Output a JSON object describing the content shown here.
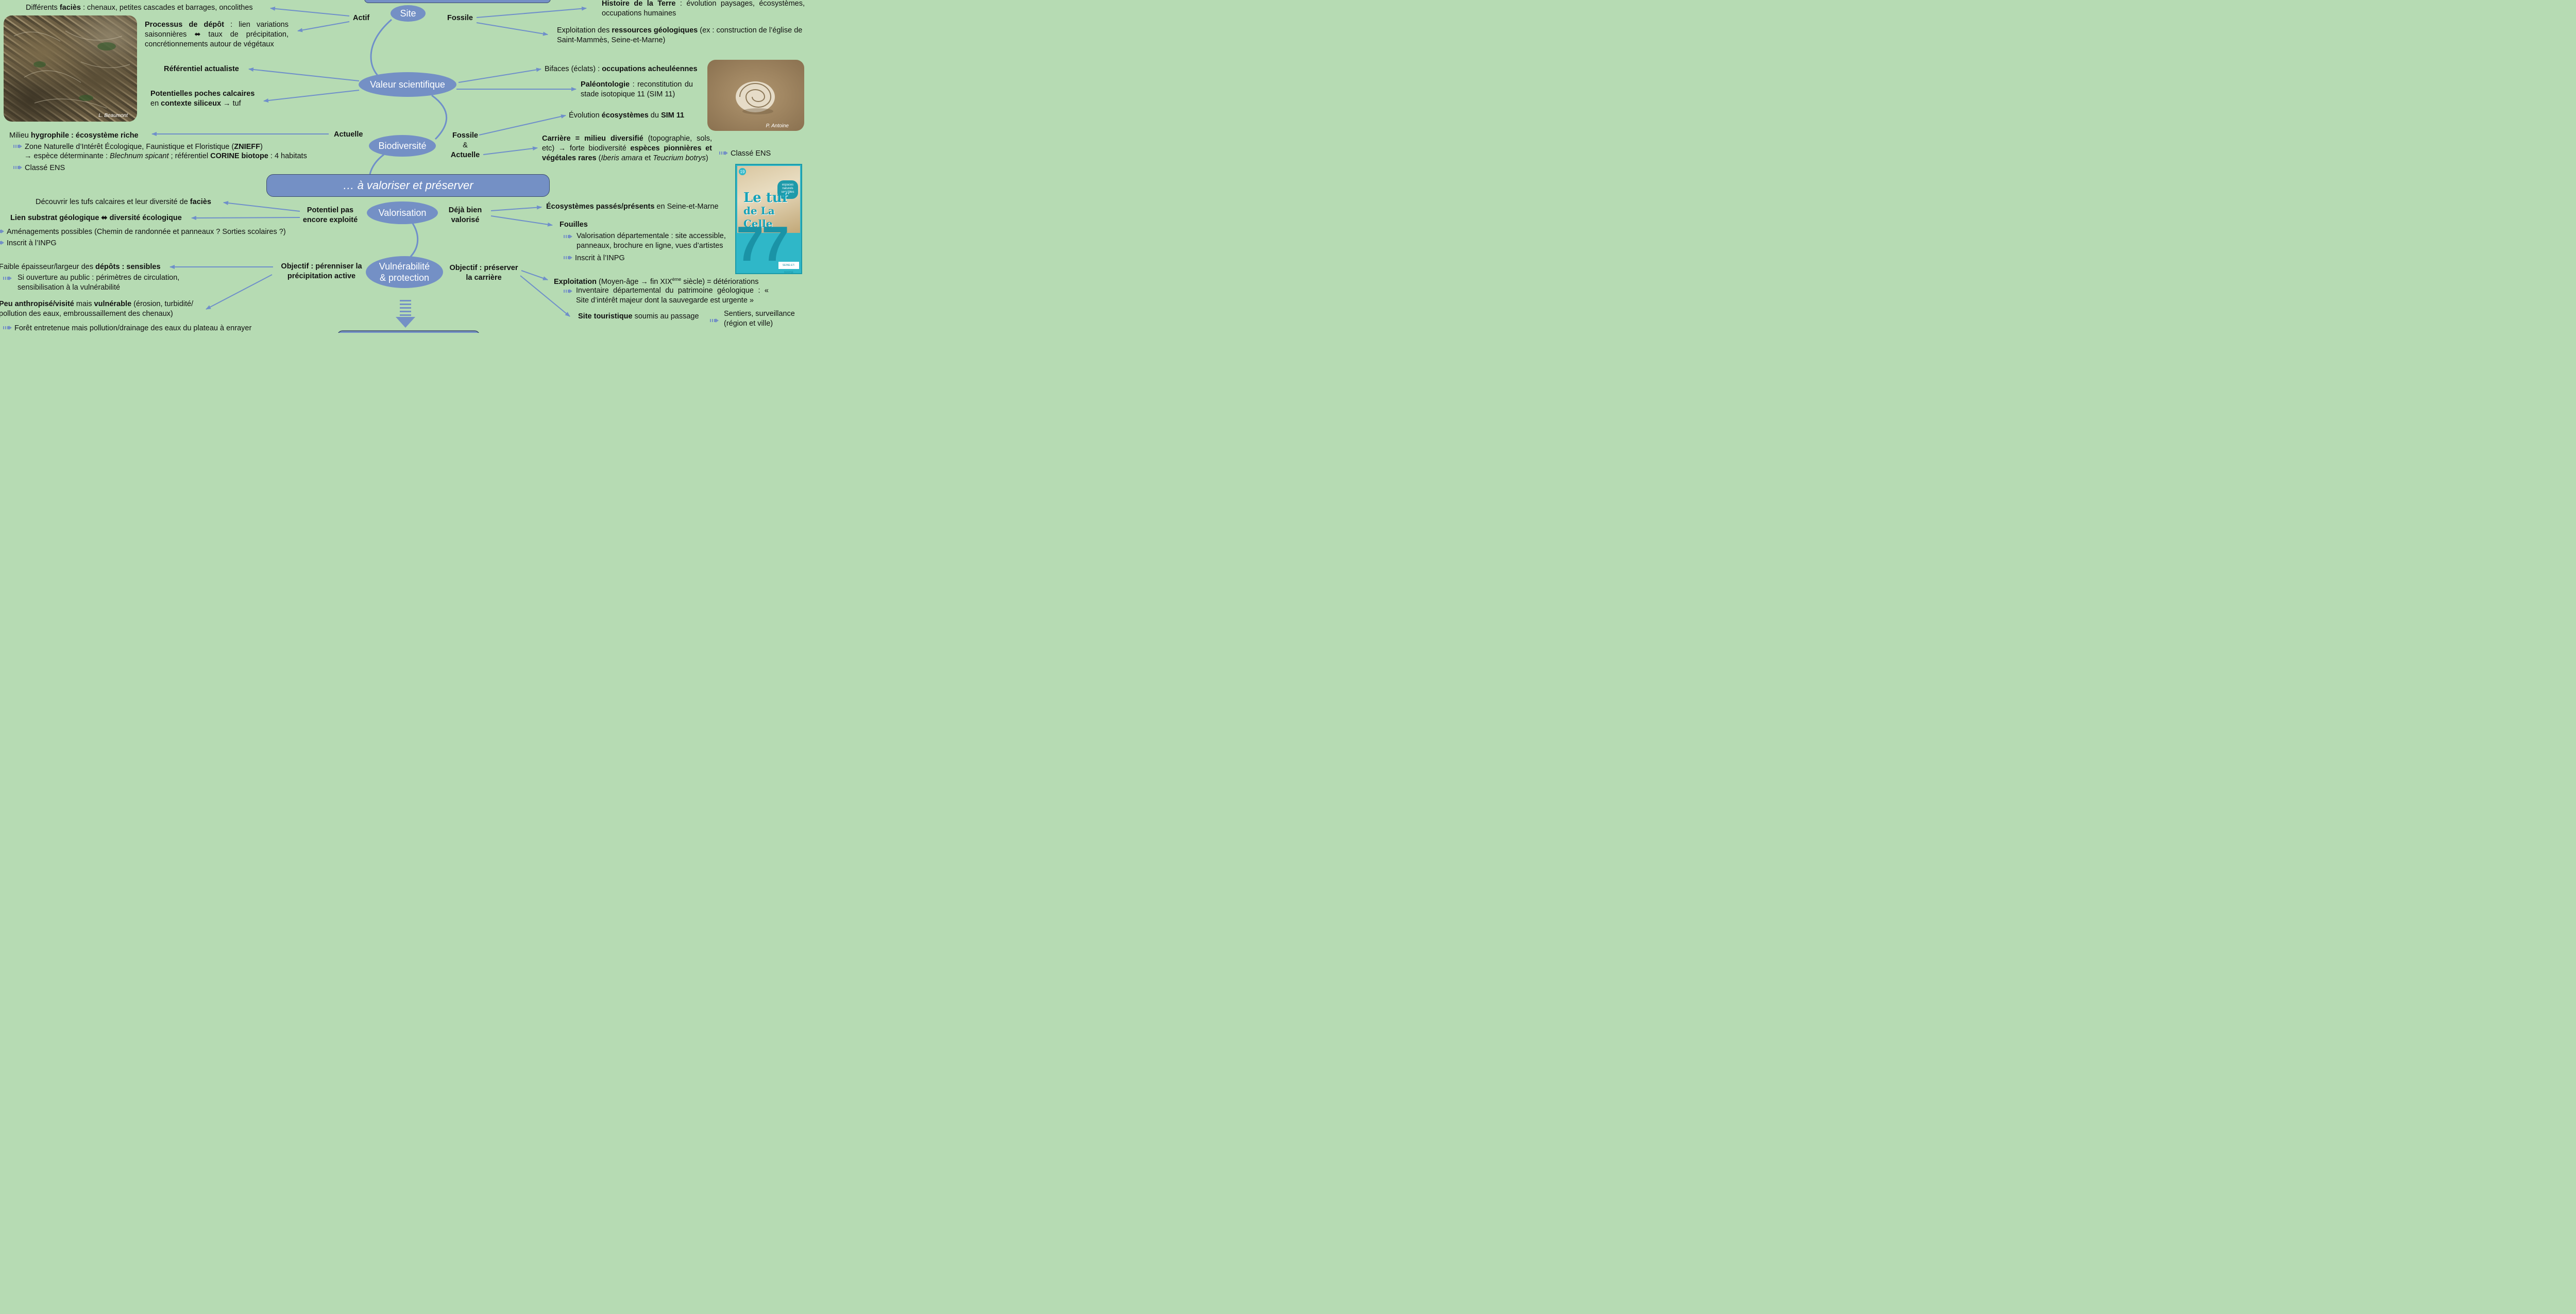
{
  "nodes": {
    "site": "Site",
    "valeur": "Valeur scientifique",
    "biodiversite": "Biodiversité",
    "valorisation": "Valorisation",
    "vulnerabilite_l1": "Vulnérabilité",
    "vulnerabilite_l2": "& protection"
  },
  "banner": "… à valoriser et préserver",
  "site": {
    "actif": "Actif",
    "fossile": "Fossile",
    "facies_pre": "Différents ",
    "facies_b": "faciès",
    "facies_post": " : chenaux, petites cascades et barrages, oncolithes",
    "processus_b": "Processus de dépôt",
    "processus_t": " : lien variations saisonnières ⬌ taux de précipitation, concrétionnements autour de végétaux",
    "histoire_b": "Histoire de la Terre",
    "histoire_t": " : évolution paysages, écosystèmes, occupations humaines",
    "exploit_pre": "Exploitation des ",
    "exploit_b": "ressources géologiques",
    "exploit_post": " (ex : construction de l’église de Saint-Mammès, Seine-et-Marne)"
  },
  "valeur": {
    "referentiel": "Référentiel actualiste",
    "poches_b1": "Potentielles poches calcaires",
    "poches_pre": "en ",
    "poches_b2": "contexte siliceux",
    "poches_post": " → tuf",
    "bifaces_pre": "Bifaces (éclats) : ",
    "bifaces_b": "occupations acheuléennes",
    "paleo_b": "Paléontologie",
    "paleo_t": " : reconstitution du stade isotopique 11 (SIM 11)",
    "evol_pre": "Évolution ",
    "evol_b": "écosystèmes",
    "evol_mid": " du ",
    "evol_b2": "SIM 11"
  },
  "biodiversite": {
    "actuelle": "Actuelle",
    "fossile": "Fossile",
    "amp": "&",
    "actuelle2": "Actuelle",
    "milieu_pre": "Milieu ",
    "milieu_b": "hygrophile : écosystème riche",
    "znieff_pre": "Zone Naturelle d’Intérêt Écologique, Faunistique et Floristique (",
    "znieff_b": "ZNIEFF",
    "znieff_post": ")",
    "espece_pre": "→ espèce déterminante : ",
    "espece_i": "Blechnum spicant",
    "espece_mid": "  ; référentiel ",
    "espece_b": "CORINE biotope",
    "espece_post": " : 4 habitats",
    "classe_ens": "Classé ENS",
    "carriere_b": "Carrière = milieu diversifié",
    "carriere_t1": " (topographie, sols, etc) → forte biodiversité ",
    "carriere_b2": "espèces pionnières et végétales rares",
    "carriere_t2": " (",
    "carriere_i1": "Iberis amara",
    "carriere_t3": " et ",
    "carriere_i2": "Teucrium botrys",
    "carriere_t4": ")",
    "classe_ens2": "Classé ENS"
  },
  "valorisation": {
    "potentiel": "Potentiel pas encore exploité",
    "deja": "Déjà bien valorisé",
    "decouvrir_pre": "Découvrir les tufs calcaires et leur diversité de ",
    "decouvrir_b": "faciès",
    "lien": "Lien substrat géologique ⬌ diversité écologique",
    "amenagements": "Aménagements possibles (Chemin de randonnée et panneaux ? Sorties scolaires ?)",
    "inpg": "Inscrit à l’INPG",
    "ecosys_b": "Écosystèmes passés/présents",
    "ecosys_post": " en Seine-et-Marne",
    "fouilles": "Fouilles",
    "depart": "Valorisation départementale : site accessible, panneaux, brochure en ligne, vues d’artistes",
    "inpg2": "Inscrit à l’INPG"
  },
  "vulnerabilite": {
    "obj_gauche": "Objectif : pérenniser la précipitation active",
    "obj_droite": "Objectif : préserver la carrière",
    "faible_pre": "Faible épaisseur/largeur des ",
    "faible_b": "dépôts : sensibles",
    "ouverture": "Si ouverture au public : périmètres de circulation, sensibilisation à la vulnérabilité",
    "peu_b": "Peu anthropisé/visité",
    "peu_mid": " mais ",
    "peu_b2": "vulnérable",
    "peu_post": " (érosion, turbidité/ pollution des eaux, embroussaillement des chenaux)",
    "foret": "Forêt entretenue mais pollution/drainage des eaux du plateau à enrayer",
    "exploitation_b": "Exploitation",
    "exploitation_t": " (Moyen-âge → fin XIX",
    "exploitation_sup": "ème",
    "exploitation_t2": " siècle) = détériorations",
    "inventaire": "Inventaire départemental du patrimoine géologique : « Site d’intérêt majeur dont la sauvegarde est urgente »",
    "touristique_b": "Site touristique",
    "touristique_t": " soumis au passage",
    "sentiers": "Sentiers, surveillance (région et ville)"
  },
  "photos": {
    "credit1": "L. Beaumont",
    "credit2": "P. Antoine"
  },
  "brochure": {
    "number": "19",
    "badge_l1": "espaces",
    "badge_l2": "naturels",
    "badge_l3": "sensibles",
    "title_l1": "Le tuf",
    "title_l2": "de La Celle",
    "big": "77",
    "footer": "SEINE-ET-MARNE"
  },
  "colors": {
    "background": "#b6dbb3",
    "node": "#7490c5",
    "arrow": "#6f8fca"
  }
}
